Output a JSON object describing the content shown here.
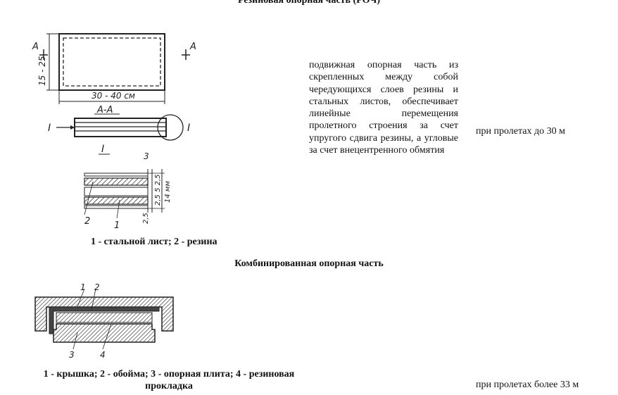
{
  "section1": {
    "title": "Резиновая опорная часть (РОЧ)",
    "description": "подвижная опорная часть из скрепленных между собой чередующихся слоев резины и стальных листов, обеспечивает линейные перемещения пролетного строения за счет упругого сдвига резины, а угловые за счет внецентренного обмятия",
    "span_condition": "при пролетах до 30 м",
    "caption": "1 - стальной лист; 2 - резина",
    "drawing_labels": {
      "section_mark": "А",
      "section_title": "А-А",
      "width_dim": "30 - 40 см",
      "height_dim": "15 - 25",
      "detail_mark": "I",
      "dim_top": "3",
      "dim_layers": "2,5 5 2,5",
      "dim_total": "14 мм",
      "dim_bottom": "2,5",
      "part_1": "1",
      "part_2": "2"
    }
  },
  "section2": {
    "title": "Комбинированная опорная часть",
    "caption": "1 - крышка; 2 - обойма; 3 - опорная плита; 4 - резиновая прокладка",
    "span_condition": "при пролетах более 33 м",
    "drawing_labels": {
      "part_1": "1",
      "part_2": "2",
      "part_3": "3",
      "part_4": "4"
    }
  }
}
